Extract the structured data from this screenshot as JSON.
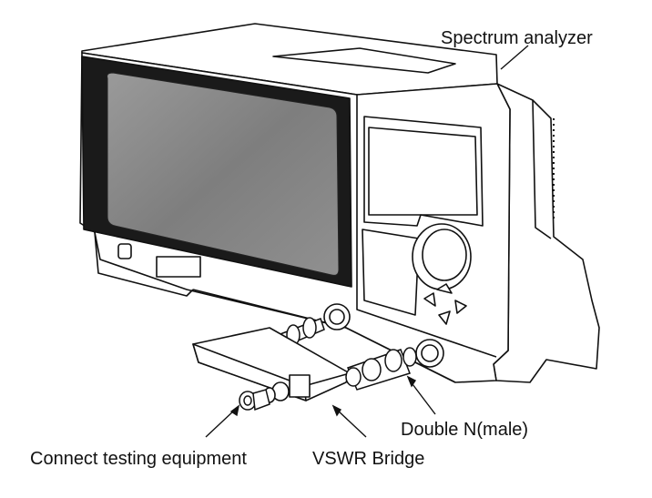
{
  "labels": {
    "spectrum_analyzer": "Spectrum analyzer",
    "double_n_male": "Double N(male)",
    "vswr_bridge": "VSWR Bridge",
    "connect_testing_equipment": "Connect testing equipment"
  },
  "colors": {
    "ink": "#111111",
    "screen_bezel": "#1a1a1a",
    "screen_glass": "#8a8a8a",
    "background": "#ffffff"
  }
}
